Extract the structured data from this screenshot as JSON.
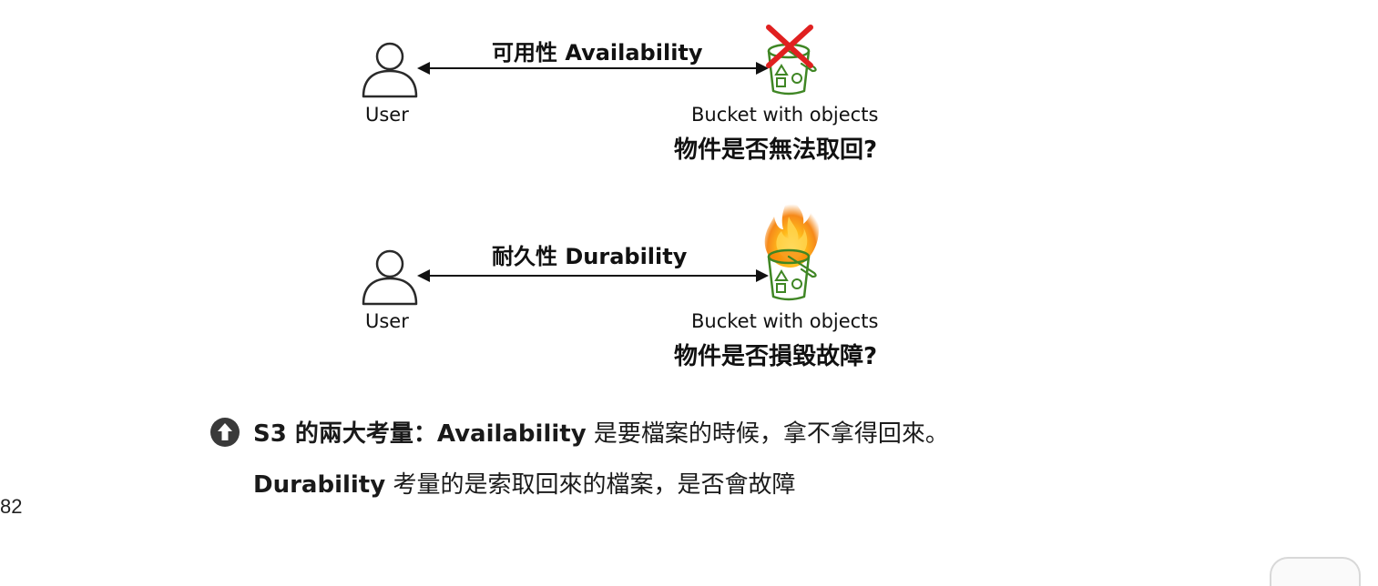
{
  "diagram_top": {
    "user_label": "User",
    "arrow_label": "可用性 Availability",
    "bucket_label": "Bucket with objects",
    "question": "物件是否無法取回?",
    "bucket_status_icon": "red-x-icon"
  },
  "diagram_bottom": {
    "user_label": "User",
    "arrow_label": "耐久性 Durability",
    "bucket_label": "Bucket with objects",
    "question": "物件是否損毀故障?",
    "bucket_status_icon": "fire-icon"
  },
  "caption": {
    "line1_part1": "S3 的兩大考量：",
    "line1_bold": "Availability",
    "line1_part2": " 是要檔案的時候，拿不拿得回來。",
    "line2_bold": "Durability",
    "line2_part2": " 考量的是索取回來的檔案，是否會故障",
    "bullet_icon": "arrow-up-circle-icon"
  },
  "page_number": "82",
  "colors": {
    "bucket_green": "#3f8624",
    "cross_red": "#e02020",
    "fire_orange": "#f57c00",
    "text": "#111111"
  }
}
